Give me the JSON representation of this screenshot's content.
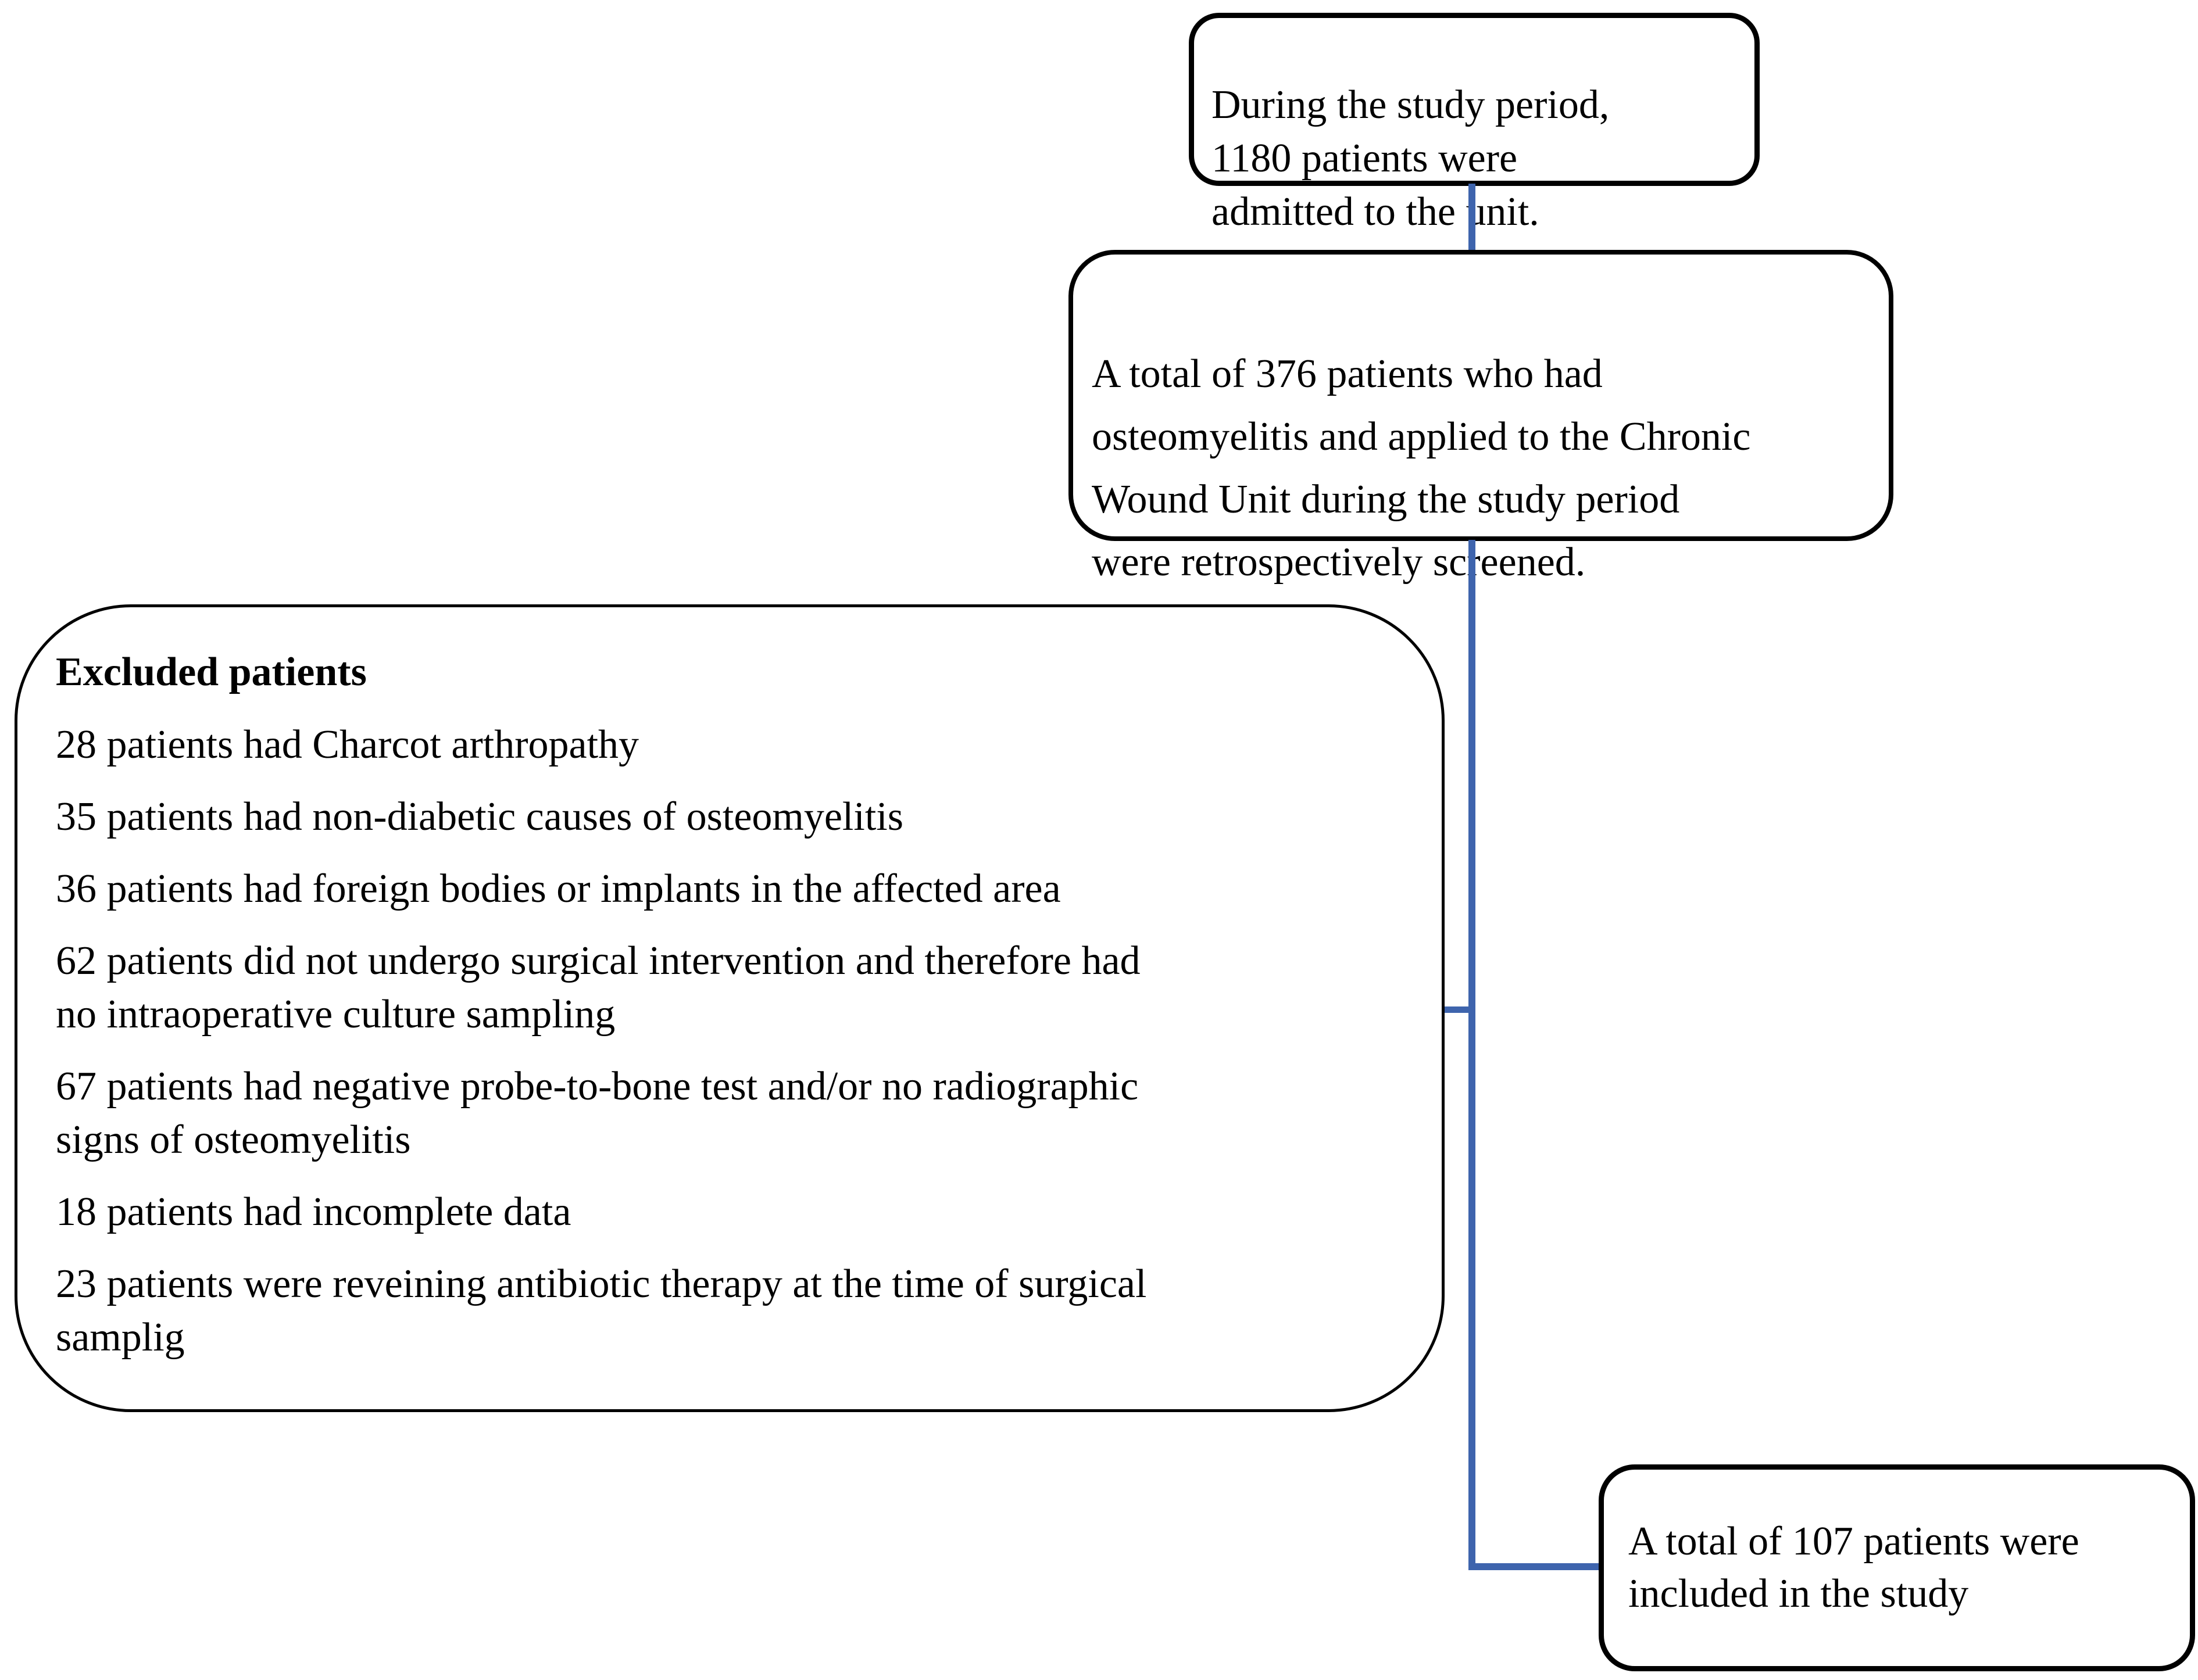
{
  "colors": {
    "connector_blue": "#3E64AD",
    "box_border": "#000000",
    "background": "#ffffff"
  },
  "flowchart": {
    "box_admitted": {
      "text": "During the study period,\n1180 patients were\nadmitted to the unit."
    },
    "box_screened": {
      "text": "A total of 376 patients who had\nosteomyelitis and applied to the Chronic\nWound Unit during the study period\nwere retrospectively screened."
    },
    "box_excluded": {
      "title": "Excluded patients",
      "items": [
        "28 patients had Charcot arthropathy",
        "35 patients had non-diabetic causes of osteomyelitis",
        "36 patients had foreign bodies or implants in the affected area",
        "62 patients did not undergo surgical intervention and therefore had\nno intraoperative culture sampling",
        "67 patients had negative probe-to-bone test and/or no radiographic\nsigns of osteomyelitis",
        "18 patients had incomplete data",
        "23 patients were reveining antibiotic therapy at the time of surgical\nsamplig"
      ]
    },
    "box_included": {
      "text": "A total of 107 patients were\nincluded in the study"
    }
  }
}
